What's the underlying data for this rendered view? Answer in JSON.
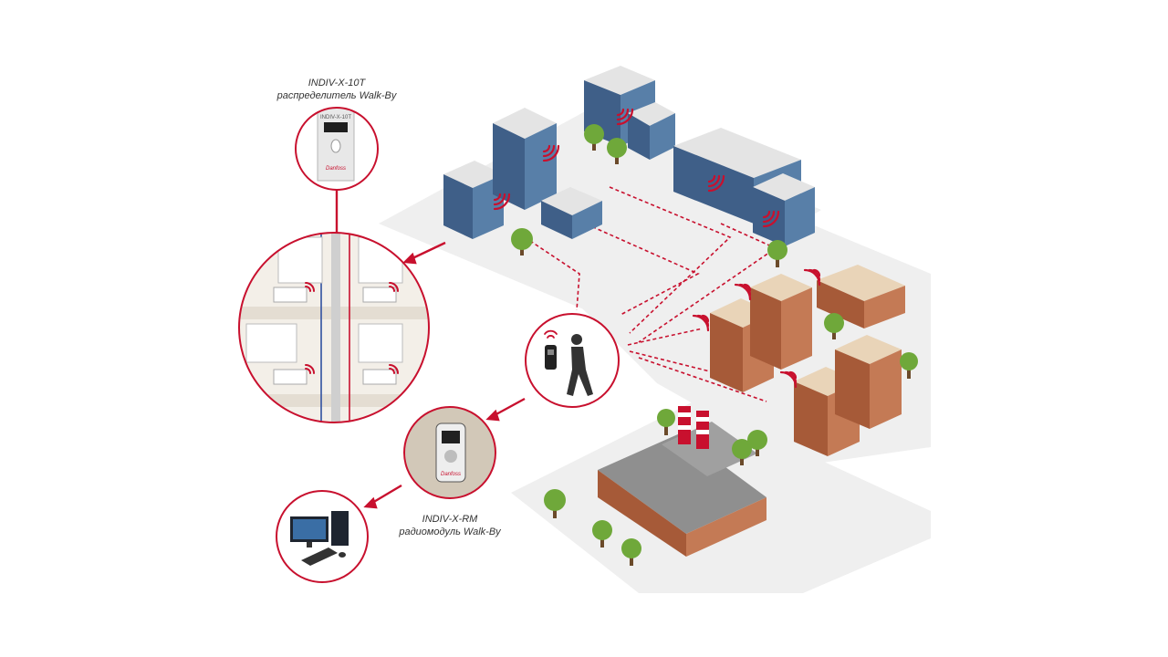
{
  "distributor": {
    "model": "INDIV-X-10T",
    "description": "распределитель Walk-By",
    "device_text": "INDIV-X-10T",
    "brand_text": "Danfoss"
  },
  "radio_module": {
    "model": "INDIV-X-RM",
    "description": "радиомодуль Walk-By",
    "brand_text": "Danfoss"
  },
  "colors": {
    "accent": "#c8102e",
    "ground": "#efefef",
    "glass": "#4a6a90",
    "brick": "#b76a45",
    "tree": "#6fa83a"
  }
}
